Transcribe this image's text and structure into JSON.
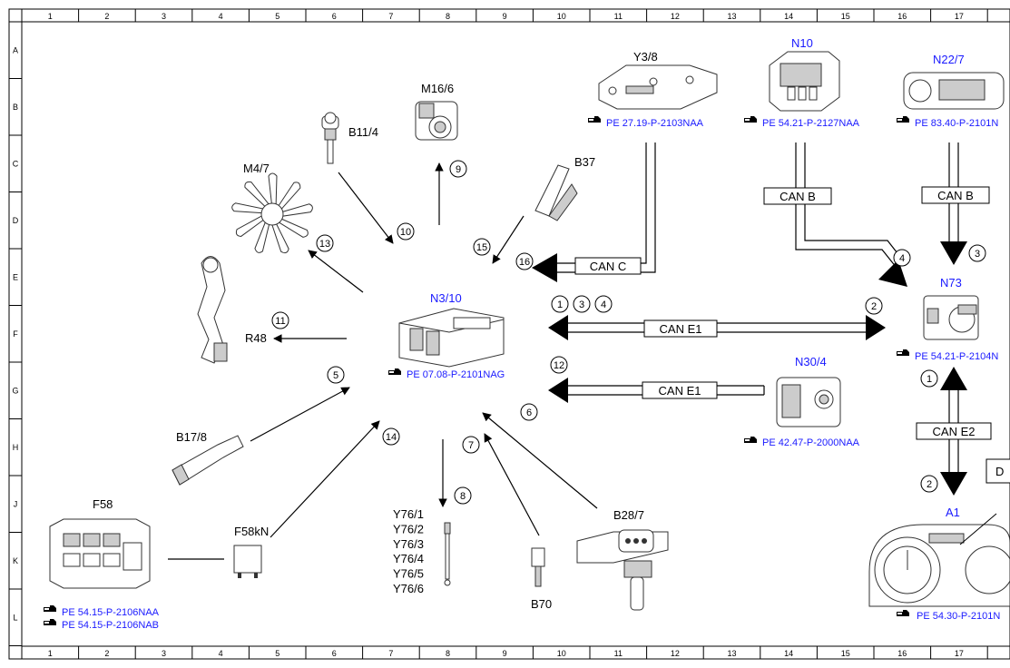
{
  "grid": {
    "columns": [
      "1",
      "2",
      "3",
      "4",
      "5",
      "6",
      "7",
      "8",
      "9",
      "10",
      "11",
      "12",
      "13",
      "14",
      "15",
      "16",
      "17"
    ],
    "rows": [
      "A",
      "B",
      "C",
      "D",
      "E",
      "F",
      "G",
      "H",
      "J",
      "K",
      "L"
    ]
  },
  "components": {
    "n3_10": {
      "label": "N3/10",
      "ref": "PE 07.08-P-2101NAG"
    },
    "y3_8": {
      "label": "Y3/8",
      "ref": "PE 27.19-P-2103NAA"
    },
    "n10": {
      "label": "N10",
      "ref": "PE 54.21-P-2127NAA"
    },
    "n22_7": {
      "label": "N22/7",
      "ref": "PE 83.40-P-2101N"
    },
    "n73": {
      "label": "N73",
      "ref": "PE 54.21-P-2104N"
    },
    "n30_4": {
      "label": "N30/4",
      "ref": "PE 42.47-P-2000NAA"
    },
    "a1": {
      "label": "A1",
      "ref": "PE 54.30-P-2101N"
    },
    "f58": {
      "label": "F58",
      "ref1": "PE 54.15-P-2106NAA",
      "ref2": "PE 54.15-P-2106NAB"
    },
    "f58kn": {
      "label": "F58kN"
    },
    "m16_6": {
      "label": "M16/6"
    },
    "b11_4": {
      "label": "B11/4"
    },
    "m4_7": {
      "label": "M4/7"
    },
    "b37": {
      "label": "B37"
    },
    "r48": {
      "label": "R48"
    },
    "b17_8": {
      "label": "B17/8"
    },
    "y76": {
      "labels": [
        "Y76/1",
        "Y76/2",
        "Y76/3",
        "Y76/4",
        "Y76/5",
        "Y76/6"
      ]
    },
    "b70": {
      "label": "B70"
    },
    "b28_7": {
      "label": "B28/7"
    },
    "d_box": {
      "label": "D"
    }
  },
  "buses": {
    "can_c": "CAN C",
    "can_b1": "CAN B",
    "can_b2": "CAN B",
    "can_e1_top": "CAN E1",
    "can_e1_bottom": "CAN E1",
    "can_e2": "CAN E2"
  },
  "callouts": {
    "c1": "1",
    "c2": "2",
    "c3": "3",
    "c4": "4",
    "c5": "5",
    "c6": "6",
    "c7": "7",
    "c8": "8",
    "c9": "9",
    "c10": "10",
    "c11": "11",
    "c12": "12",
    "c13": "13",
    "c14": "14",
    "c15": "15",
    "c16": "16"
  },
  "ref_icon": "pointing-hand-icon"
}
